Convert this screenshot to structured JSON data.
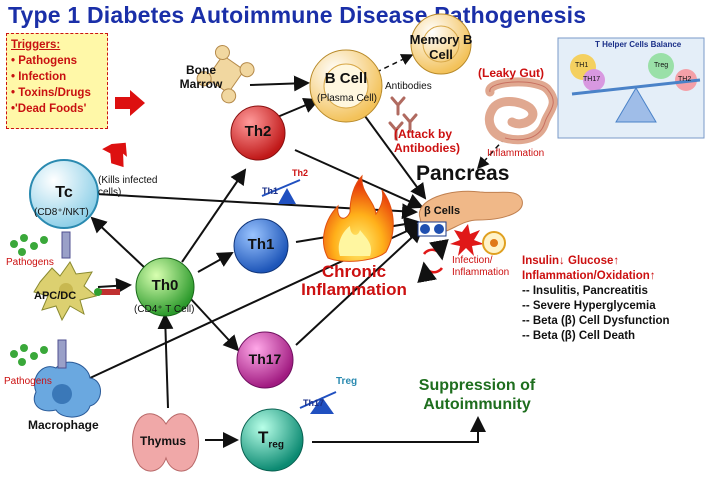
{
  "title": "Type 1 Diabetes Autoimmune Disease Pathogenesis",
  "triggers": {
    "heading": "Triggers:",
    "items": [
      "• Pathogens",
      "• Infection",
      "• Toxins/Drugs",
      "•'Dead Foods'"
    ]
  },
  "cells": {
    "tc": "Tc",
    "tc_sub": "(CD8⁺/NKT)",
    "tc_note": "(Kills infected cells)",
    "th0": "Th0",
    "th0_sub": "(CD4⁺ T Cell)",
    "th1": "Th1",
    "th2": "Th2",
    "th17": "Th17",
    "treg": "T",
    "treg_sub": "reg",
    "bcell": "B Cell",
    "bcell_sub": "(Plasma Cell)",
    "memory": "Memory B Cell",
    "apc": "APC/DC",
    "macrophage": "Macrophage"
  },
  "labels": {
    "bone_marrow": "Bone Marrow",
    "thymus": "Thymus",
    "antibodies": "Antibodies",
    "attack": "(Attack by Antibodies)",
    "leaky_gut": "(Leaky Gut)",
    "inflammation": "Inflammation",
    "pancreas": "Pancreas",
    "beta_cells": "β Cells",
    "infection_inflammation": "Infection/ Inflammation",
    "chronic": "Chronic Inflammation",
    "pathogens_1": "Pathogens",
    "pathogens_2": "Pathogens",
    "suppression": "Suppression of Autoimmunity",
    "th_balance": "T Helper Cells Balance",
    "seesaw_th1": "Th1",
    "seesaw_th2": "Th2",
    "seesaw_th17": "Th17",
    "seesaw_treg": "Treg",
    "balance_t1": "TH1",
    "balance_t17": "TH17",
    "balance_treg": "Treg",
    "balance_t2": "TH2"
  },
  "results": {
    "line1": "Insulin↓ Glucose↑",
    "line2": "Inflammation/Oxidation↑",
    "items": [
      "-- Insulitis, Pancreatitis",
      "-- Severe Hyperglycemia",
      "-- Beta (β) Cell Dysfunction",
      "-- Beta (β) Cell Death"
    ]
  },
  "colors": {
    "title": "#1a2fa8",
    "trigger_text": "#c81010",
    "trigger_bg": "#fff8a8",
    "th2_fill": "#d42020",
    "th1_fill": "#1f5fc8",
    "th0_fill": "#2e9e2e",
    "th17_fill": "#b0208a",
    "treg_fill": "#10907a",
    "suppression": "#1e6e1e"
  }
}
